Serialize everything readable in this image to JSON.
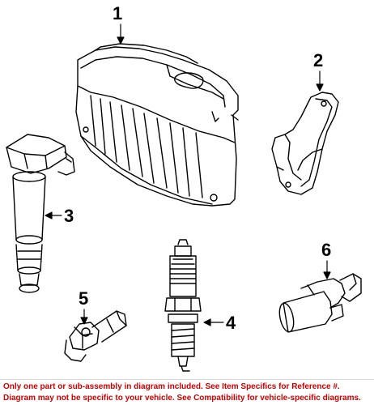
{
  "callouts": {
    "c1": "1",
    "c2": "2",
    "c3": "3",
    "c4": "4",
    "c5": "5",
    "c6": "6"
  },
  "parts": [
    {
      "ref": "1",
      "icon": "engine-control-module-icon"
    },
    {
      "ref": "2",
      "icon": "sensor-bracket-icon"
    },
    {
      "ref": "3",
      "icon": "ignition-coil-icon"
    },
    {
      "ref": "4",
      "icon": "spark-plug-icon"
    },
    {
      "ref": "5",
      "icon": "camshaft-position-sensor-icon"
    },
    {
      "ref": "6",
      "icon": "crankshaft-position-sensor-icon"
    }
  ],
  "disclaimer": {
    "line1": "Only one part or sub-assembly in diagram included. See Item Specifics for Reference #.",
    "line2": "Diagram may not be specific to your vehicle. See Compatibility for vehicle-specific diagrams."
  },
  "colors": {
    "line": "#000000",
    "disclaimer_text": "#cc0000",
    "background": "#ffffff"
  }
}
